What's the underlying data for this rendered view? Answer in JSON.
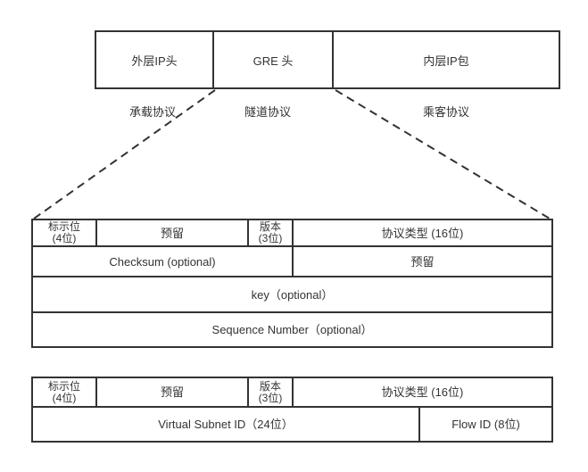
{
  "overview": {
    "boxes": [
      {
        "label": "外层IP头"
      },
      {
        "label": "GRE 头"
      },
      {
        "label": "内层IP包"
      }
    ],
    "protocol_labels": [
      {
        "label": "承载协议"
      },
      {
        "label": "隧道协议"
      },
      {
        "label": "乘客协议"
      }
    ]
  },
  "gre_header": {
    "flags": {
      "line1": "标示位",
      "line2": "(4位)"
    },
    "reserved1": "预留",
    "version": {
      "line1": "版本",
      "line2": "(3位)"
    },
    "protocol_type": "协议类型 (16位)",
    "checksum": "Checksum (optional)",
    "reserved2": "预留",
    "key": "key（optional）",
    "sequence_number": "Sequence Number（optional）"
  },
  "nvgre_header": {
    "flags": {
      "line1": "标示位",
      "line2": "(4位)"
    },
    "reserved": "预留",
    "version": {
      "line1": "版本",
      "line2": "(3位)"
    },
    "protocol_type": "协议类型 (16位)",
    "virtual_subnet_id": "Virtual Subnet ID（24位）",
    "flow_id": "Flow ID (8位)"
  },
  "colors": {
    "line": "#333333",
    "text": "#333333",
    "background": "#ffffff"
  }
}
